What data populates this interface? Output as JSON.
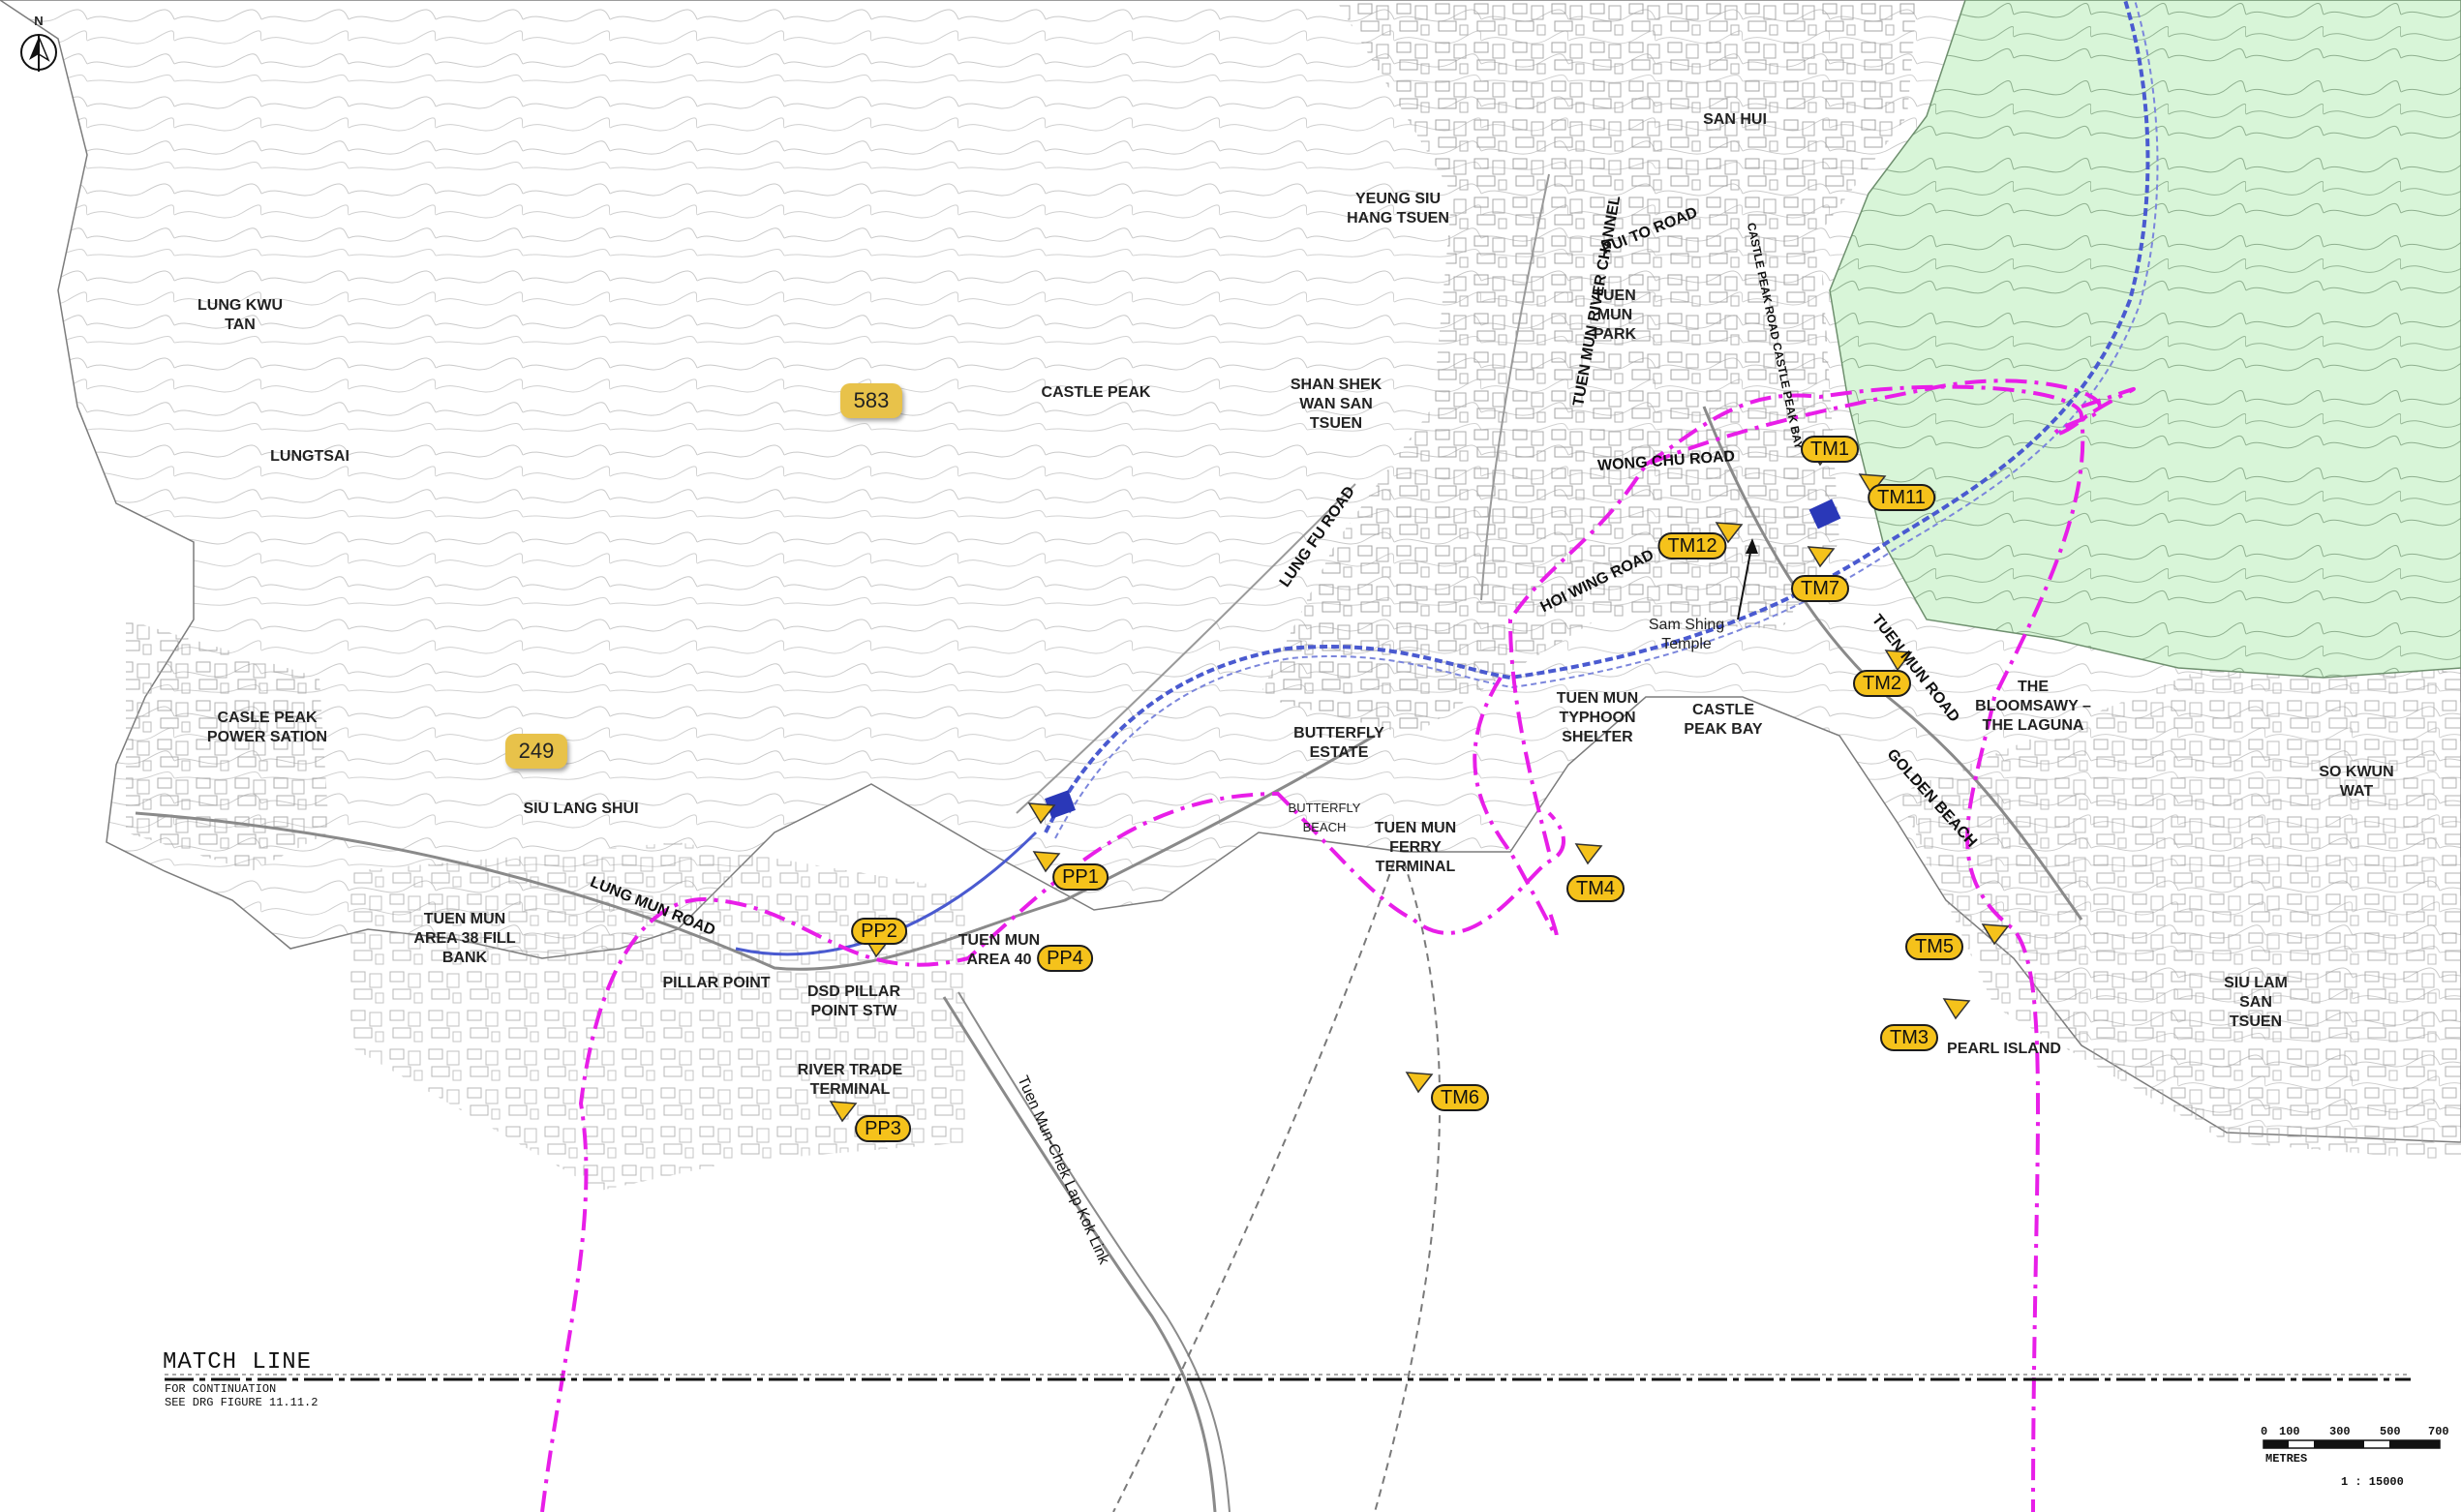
{
  "north": "N",
  "places": [
    {
      "id": "lung-kwu-tan",
      "text": "LUNG KWU\nTAN"
    },
    {
      "id": "lungtsai",
      "text": "LUNGTSAI"
    },
    {
      "id": "castle-peak-power-station",
      "text": "CASLE PEAK\nPOWER SATION"
    },
    {
      "id": "castle-peak",
      "text": "CASTLE PEAK"
    },
    {
      "id": "siu-lang-shui",
      "text": "SIU LANG SHUI"
    },
    {
      "id": "area38",
      "text": "TUEN MUN\nAREA 38 FILL\nBANK"
    },
    {
      "id": "pillar-point",
      "text": "PILLAR POINT"
    },
    {
      "id": "dsd-pillar",
      "text": "DSD PILLAR\nPOINT STW"
    },
    {
      "id": "area40",
      "text": "TUEN MUN\nAREA 40"
    },
    {
      "id": "river-trade",
      "text": "RIVER TRADE\nTERMINAL"
    },
    {
      "id": "yeung-siu",
      "text": "YEUNG SIU\nHANG TSUEN"
    },
    {
      "id": "san-hui",
      "text": "SAN HUI"
    },
    {
      "id": "tuen-mun-park",
      "text": "TUEN\nMUN\nPARK"
    },
    {
      "id": "shan-shek",
      "text": "SHAN SHEK\nWAN SAN\nTSUEN"
    },
    {
      "id": "butterfly-estate",
      "text": "BUTTERFLY\nESTATE"
    },
    {
      "id": "butterfly-beach",
      "text": "BUTTERFLY\nBEACH"
    },
    {
      "id": "ferry-terminal",
      "text": "TUEN MUN\nFERRY\nTERMINAL"
    },
    {
      "id": "typhoon-shelter",
      "text": "TUEN MUN\nTYPHOON\nSHELTER"
    },
    {
      "id": "castle-peak-bay",
      "text": "CASTLE\nPEAK BAY"
    },
    {
      "id": "sam-shing",
      "text": "Sam Shing\nTemple"
    },
    {
      "id": "bloomsaway",
      "text": "THE\nBLOOMSAWY –\nTHE LAGUNA"
    },
    {
      "id": "so-kwun-wat",
      "text": "SO KWUN\nWAT"
    },
    {
      "id": "siu-lam",
      "text": "SIU LAM\nSAN\nTSUEN"
    },
    {
      "id": "pearl-island",
      "text": "PEARL ISLAND"
    }
  ],
  "roads": [
    {
      "id": "lung-mun-road",
      "text": "LUNG MUN ROAD"
    },
    {
      "id": "lung-fu-road",
      "text": "LUNG FU ROAD"
    },
    {
      "id": "river-channel",
      "text": "TUEN MUN RIVER CHANNEL"
    },
    {
      "id": "pui-to-road",
      "text": "PUI TO ROAD"
    },
    {
      "id": "castle-peak-road",
      "text": "CASTLE PEAK ROAD CASTLE PEAK BAY"
    },
    {
      "id": "wong-chu-road",
      "text": "WONG CHU ROAD"
    },
    {
      "id": "hoi-wing-road",
      "text": "HOI WING ROAD"
    },
    {
      "id": "tuen-mun-road",
      "text": "TUEN MUN ROAD"
    },
    {
      "id": "golden-beach",
      "text": "GOLDEN BEACH"
    },
    {
      "id": "tm-chek-lap-kok-link",
      "text": "Tuen Mun-Chek Lap Kok Link"
    }
  ],
  "viewpoints": [
    "PP1",
    "PP2",
    "PP3",
    "PP4",
    "TM1",
    "TM2",
    "TM3",
    "TM4",
    "TM5",
    "TM6",
    "TM7",
    "TM11",
    "TM12"
  ],
  "peaks": [
    "583",
    "249"
  ],
  "match_line": {
    "title": "MATCH LINE",
    "note_line1": "FOR CONTINUATION",
    "note_line2": "SEE DRG FIGURE 11.11.2"
  },
  "scale": {
    "ticks": [
      "0",
      "100",
      "300",
      "500",
      "700"
    ],
    "unit": "METRES",
    "ratio": "1 : 15000"
  },
  "colors": {
    "boundary": "#e81ee8",
    "vegetation": "#d6f5d6",
    "tunnel": "#4a5ad0",
    "viewpoint": "#f5c21b",
    "peak": "#e8c24a"
  }
}
